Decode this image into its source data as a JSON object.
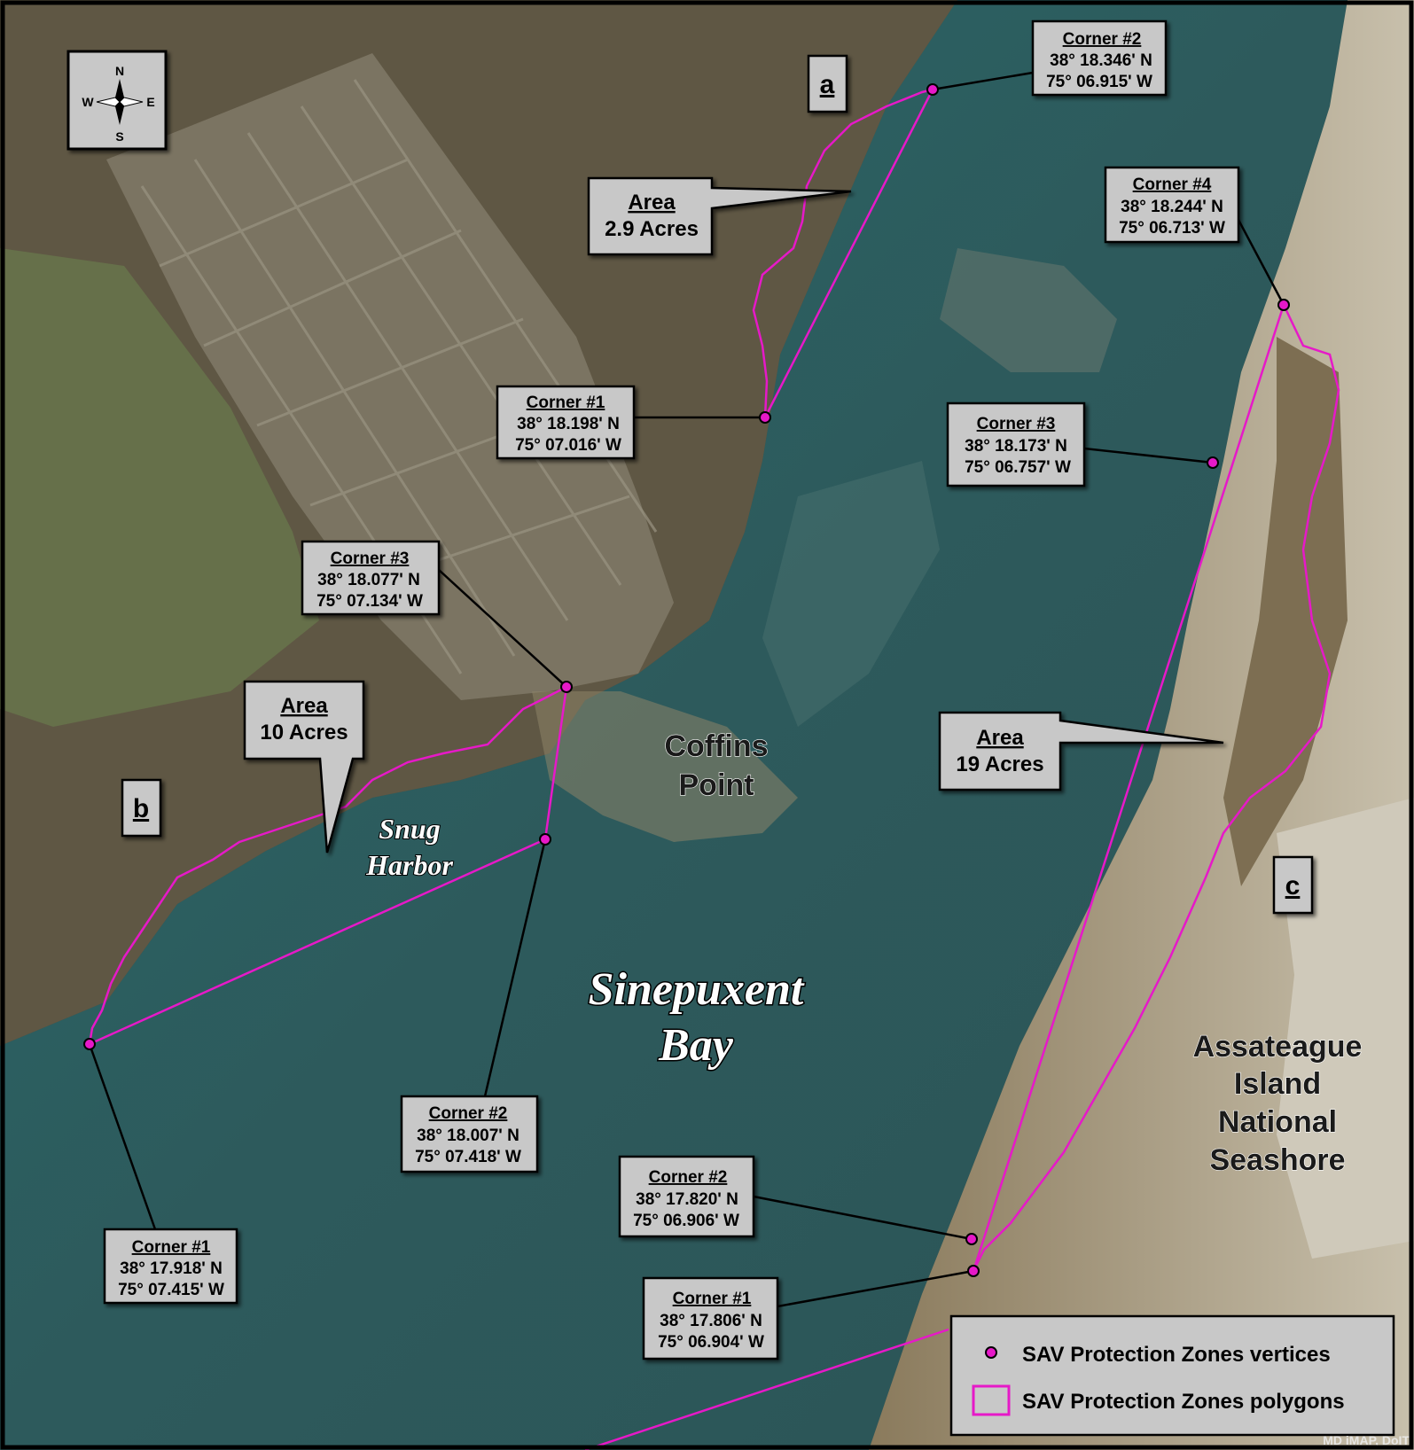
{
  "compass": {
    "n": "N",
    "s": "S",
    "e": "E",
    "w": "W"
  },
  "zone_letters": {
    "a": "a",
    "b": "b",
    "c": "c"
  },
  "area_labels": {
    "a": {
      "title": "Area",
      "value": "2.9 Acres"
    },
    "b": {
      "title": "Area",
      "value": "10 Acres"
    },
    "c": {
      "title": "Area",
      "value": "19 Acres"
    }
  },
  "place_names": {
    "coffins_point": [
      "Coffins",
      "Point"
    ],
    "snug_harbor": [
      "Snug",
      "Harbor"
    ],
    "sinepuxent_bay": [
      "Sinepuxent",
      "Bay"
    ],
    "assateague": [
      "Assateague",
      "Island",
      "National",
      "Seashore"
    ]
  },
  "corners": {
    "a1": {
      "title": "Corner #1",
      "lat": "38° 18.198' N",
      "lon": "75° 07.016' W"
    },
    "a2": {
      "title": "Corner #2",
      "lat": "38° 18.346' N",
      "lon": "75° 06.915' W"
    },
    "b1": {
      "title": "Corner #1",
      "lat": "38° 17.918' N",
      "lon": "75° 07.415' W"
    },
    "b2": {
      "title": "Corner #2",
      "lat": "38° 18.007' N",
      "lon": "75° 07.418' W"
    },
    "b3": {
      "title": "Corner #3",
      "lat": "38° 18.077' N",
      "lon": "75° 07.134' W"
    },
    "c1": {
      "title": "Corner #1",
      "lat": "38° 17.806' N",
      "lon": "75° 06.904' W"
    },
    "c2": {
      "title": "Corner #2",
      "lat": "38° 17.820' N",
      "lon": "75° 06.906' W"
    },
    "c3": {
      "title": "Corner #3",
      "lat": "38° 18.173' N",
      "lon": "75° 06.757' W"
    },
    "c4": {
      "title": "Corner #4",
      "lat": "38° 18.244' N",
      "lon": "75° 06.713' W"
    }
  },
  "legend": {
    "vertices": "SAV Protection Zones vertices",
    "polygons": "SAV Protection Zones polygons"
  },
  "credit": "MD iMAP, DoIT",
  "colors": {
    "polygon": "#e619c8",
    "water": "#2f5858",
    "land": "#6e6048",
    "label_box": "#c8c8c8"
  }
}
